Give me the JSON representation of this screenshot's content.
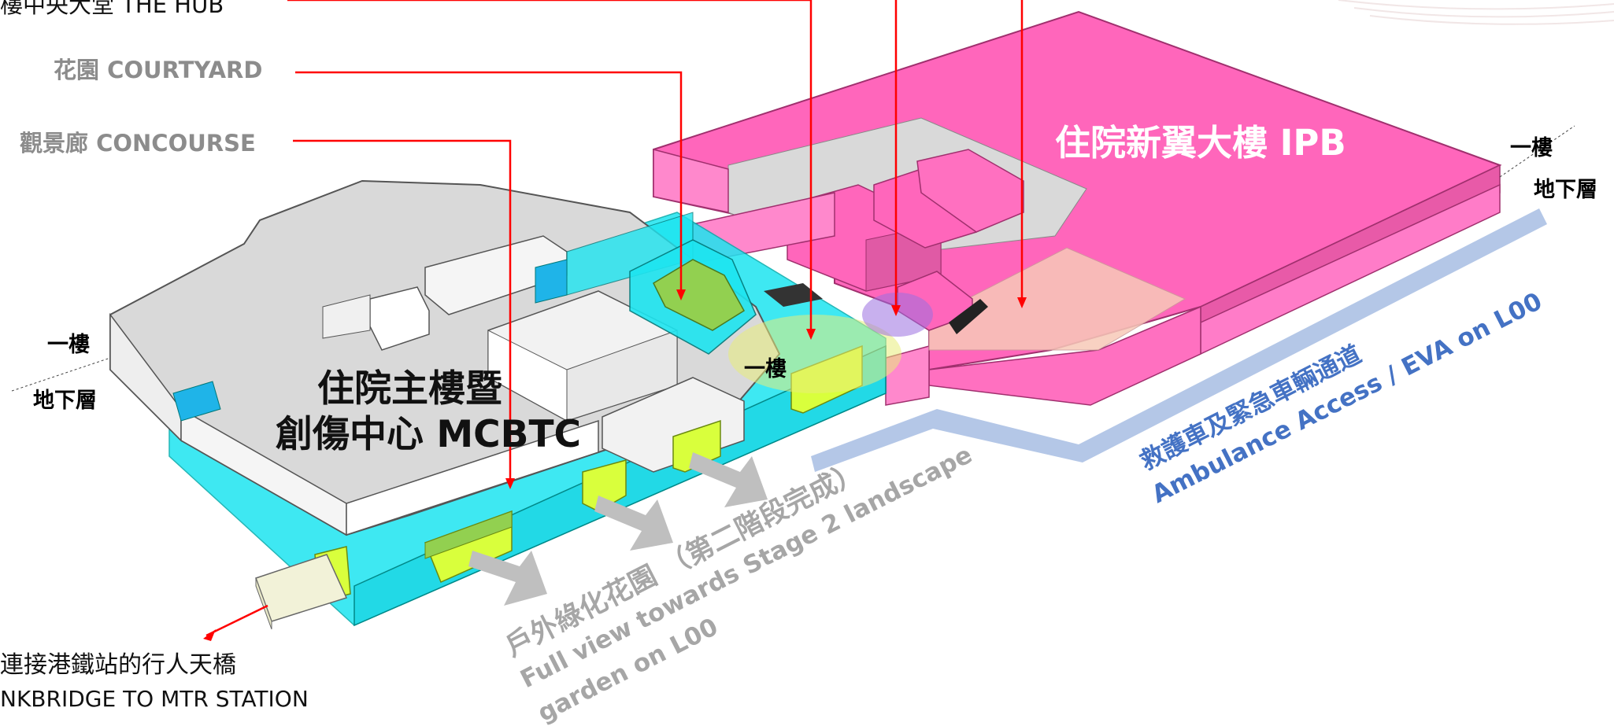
{
  "labels": {
    "hub": "樓中央大堂 THE HUB",
    "courtyard": "花園 COURTYARD",
    "concourse": "觀景廊 CONCOURSE",
    "ipb": "住院新翼大樓 IPB",
    "main_line1": "住院主樓暨",
    "main_line2": "創傷中心 MCBTC",
    "floor_1_left": "一樓",
    "basement_left": "地下層",
    "floor_1_right": "一樓",
    "basement_right": "地下層",
    "floor_1_center": "一樓",
    "ambulance_cn": "救護車及緊急車輛通道",
    "ambulance_en": "Ambulance Access / EVA on L00",
    "landscape_cn": "戶外綠化花園 （第二階段完成）",
    "landscape_en1": "Full view towards Stage 2 landscape",
    "landscape_en2": "garden on L00",
    "linkbridge_cn": "連接港鐵站的行人天橋",
    "linkbridge_en": "NKBRIDGE TO MTR STATION"
  },
  "colors": {
    "pink": "#ff66bb",
    "pink_dark": "#d94c9e",
    "cyan": "#1de5f0",
    "green": "#92d050",
    "yellow_green": "#d9ff3c",
    "grey_roof": "#d9d9d9",
    "white_block": "#f2f2f2",
    "red_leader": "#ff0000",
    "blue_road": "#b4c7e7",
    "blue_text": "#4472c4",
    "highlight_yellow": "#e8ec7a",
    "highlight_purple": "#9b6fe0",
    "salmon_zone": "#f7c9b8"
  }
}
